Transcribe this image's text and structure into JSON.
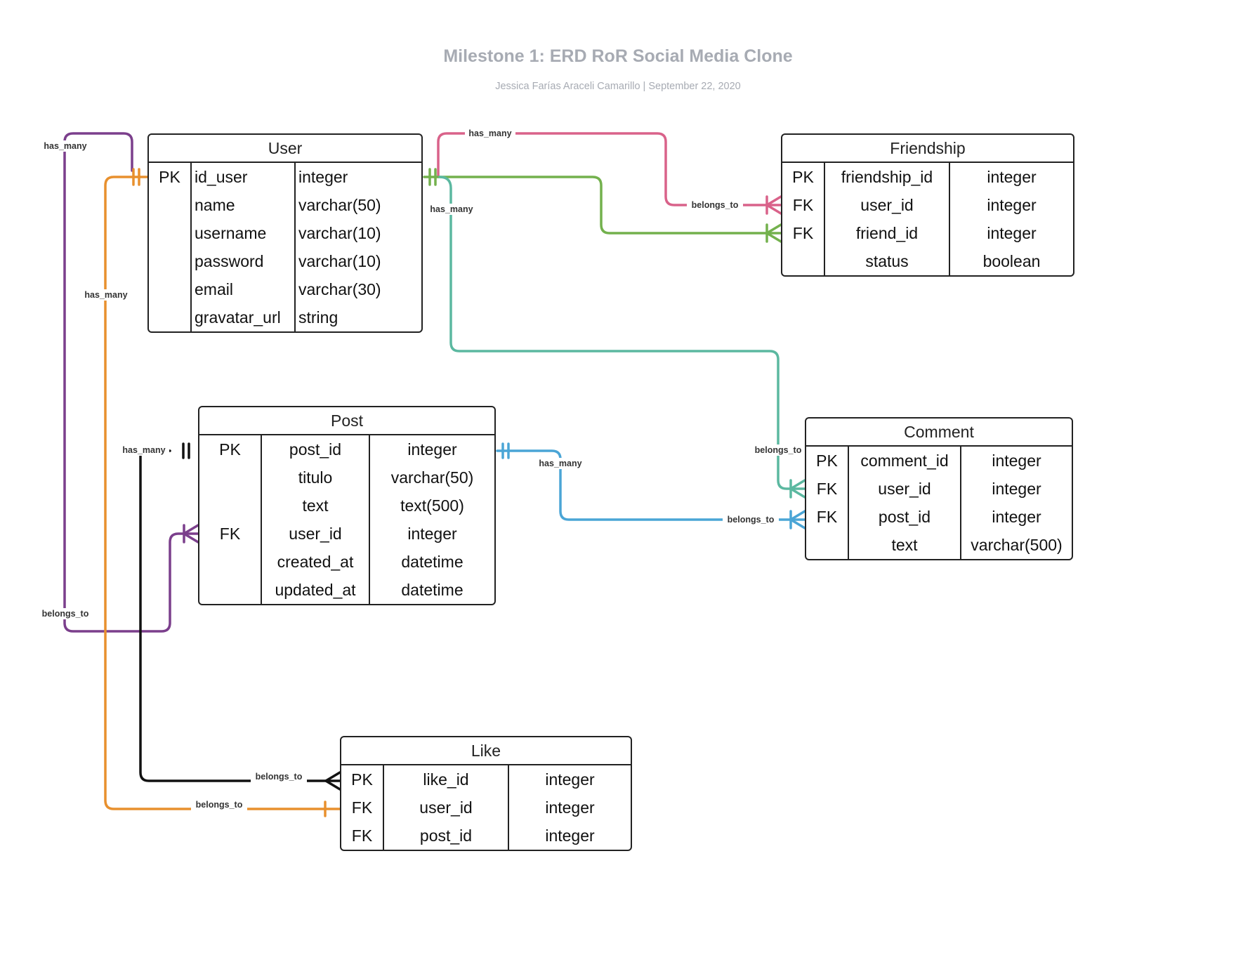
{
  "title": "Milestone 1: ERD RoR Social Media Clone",
  "subtitle": "Jessica Farías Araceli Camarillo |  September 22, 2020",
  "colors": {
    "purple": "#7b3f8c",
    "orange": "#e8902e",
    "pink": "#d9628a",
    "green": "#73b14d",
    "teal": "#5bb8a0",
    "blue": "#4aa5d6",
    "black": "#111111"
  },
  "entities": {
    "user": {
      "name": "User",
      "rows": [
        [
          "PK",
          "id_user",
          "integer"
        ],
        [
          "",
          "name",
          "varchar(50)"
        ],
        [
          "",
          "username",
          "varchar(10)"
        ],
        [
          "",
          "password",
          "varchar(10)"
        ],
        [
          "",
          "email",
          "varchar(30)"
        ],
        [
          "",
          "gravatar_url",
          "string"
        ]
      ]
    },
    "friendship": {
      "name": "Friendship",
      "rows": [
        [
          "PK",
          "friendship_id",
          "integer"
        ],
        [
          "FK",
          "user_id",
          "integer"
        ],
        [
          "FK",
          "friend_id",
          "integer"
        ],
        [
          "",
          "status",
          "boolean"
        ]
      ]
    },
    "post": {
      "name": "Post",
      "rows": [
        [
          "PK",
          "post_id",
          "integer"
        ],
        [
          "",
          "titulo",
          "varchar(50)"
        ],
        [
          "",
          "text",
          "text(500)"
        ],
        [
          "FK",
          "user_id",
          "integer"
        ],
        [
          "",
          "created_at",
          "datetime"
        ],
        [
          "",
          "updated_at",
          "datetime"
        ]
      ]
    },
    "comment": {
      "name": "Comment",
      "rows": [
        [
          "PK",
          "comment_id",
          "integer"
        ],
        [
          "FK",
          "user_id",
          "integer"
        ],
        [
          "FK",
          "post_id",
          "integer"
        ],
        [
          "",
          "text",
          "varchar(500)"
        ]
      ]
    },
    "like": {
      "name": "Like",
      "rows": [
        [
          "PK",
          "like_id",
          "integer"
        ],
        [
          "FK",
          "user_id",
          "integer"
        ],
        [
          "FK",
          "post_id",
          "integer"
        ]
      ]
    }
  },
  "relationships": [
    {
      "id": "user-post",
      "color": "purple",
      "from_label": "has_many",
      "to_label": "belongs_to"
    },
    {
      "id": "user-like",
      "color": "orange",
      "from_label": "has_many",
      "to_label": "belongs_to"
    },
    {
      "id": "user-friendship-user",
      "color": "pink",
      "from_label": "has_many",
      "to_label": "belongs_to"
    },
    {
      "id": "user-friendship-friend",
      "color": "green",
      "from_label": "",
      "to_label": ""
    },
    {
      "id": "user-comment",
      "color": "teal",
      "from_label": "has_many",
      "to_label": "belongs_to"
    },
    {
      "id": "post-comment",
      "color": "blue",
      "from_label": "has_many",
      "to_label": "belongs_to"
    },
    {
      "id": "post-like",
      "color": "black",
      "from_label": "has_many",
      "to_label": "belongs_to"
    }
  ]
}
